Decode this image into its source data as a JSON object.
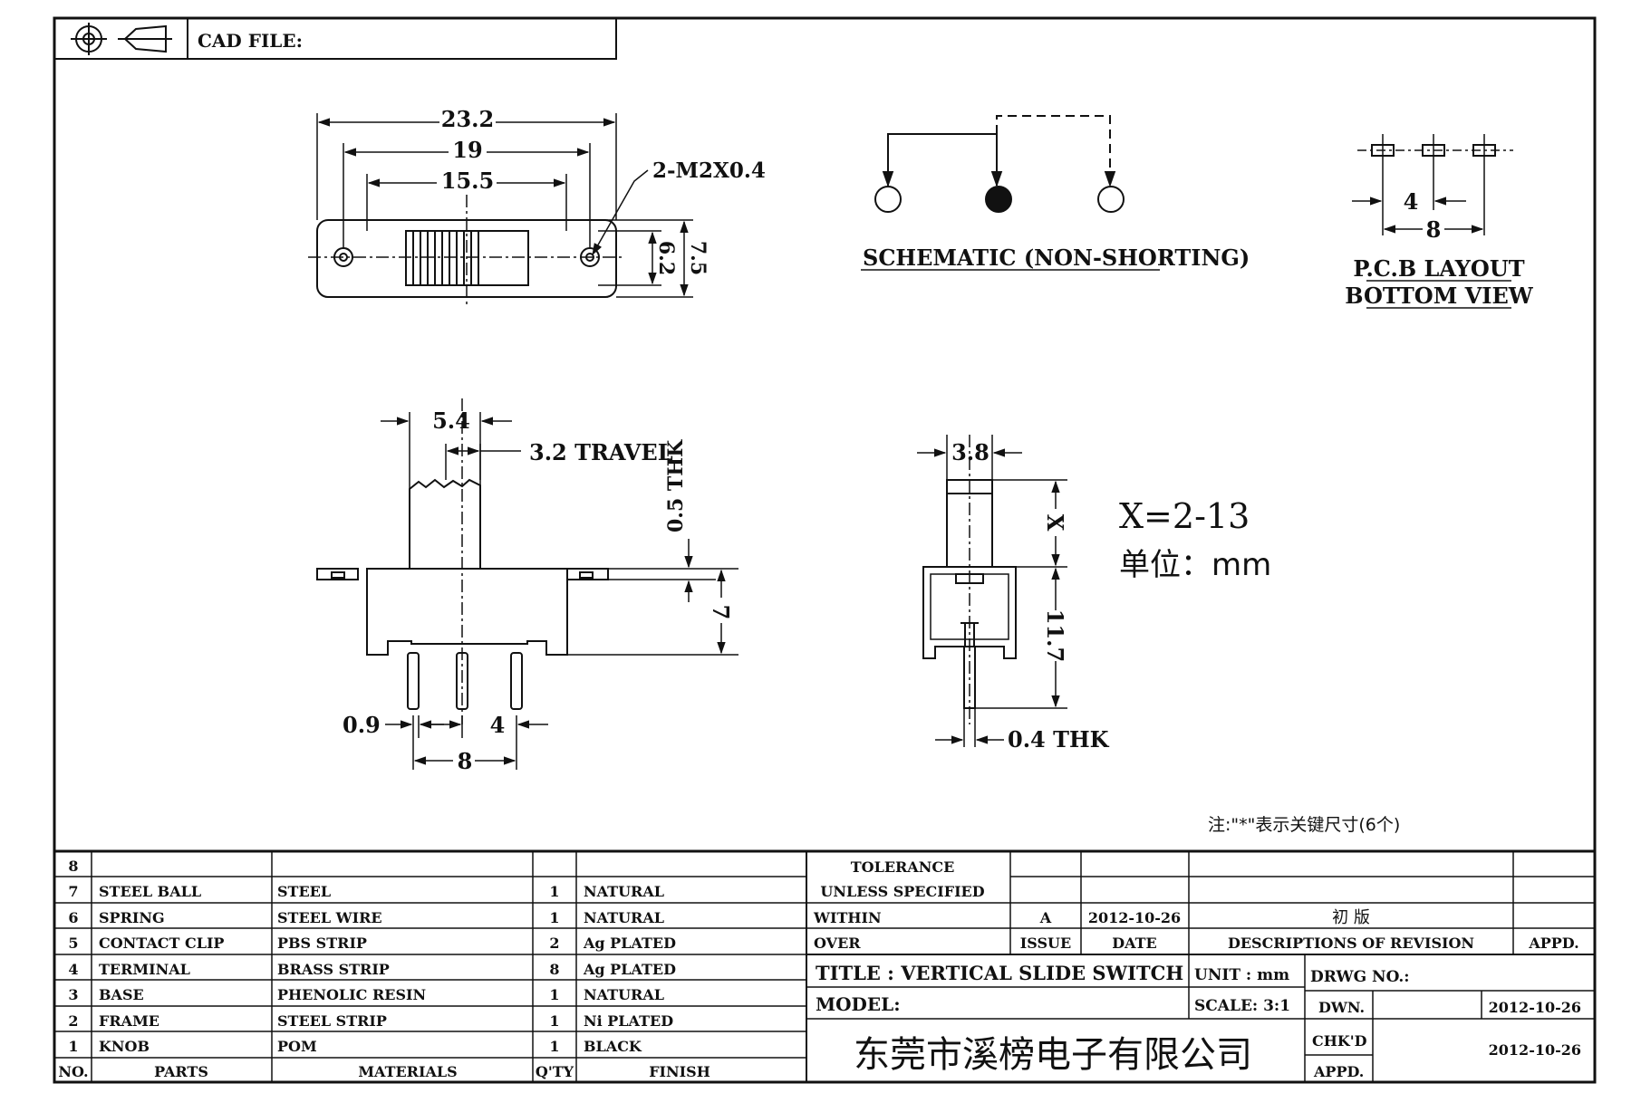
{
  "header": {
    "cad_file_label": "CAD FILE:"
  },
  "top_view": {
    "dim_overall": "23.2",
    "dim_hole_pitch": "19",
    "dim_slot": "15.5",
    "dim_height_inner": "6.2",
    "dim_height_outer": "7.5",
    "screw_note": "2-M2X0.4"
  },
  "schematic": {
    "label": "SCHEMATIC (NON-SHORTING)"
  },
  "pcb_layout": {
    "dim_pitch": "4",
    "dim_span": "8",
    "label_line1": "P.C.B LAYOUT",
    "label_line2": "BOTTOM VIEW"
  },
  "front_view": {
    "dim_knob": "5.4",
    "dim_travel": "3.2 TRAVEL",
    "dim_thk": "0.5 THK",
    "dim_body_height": "7",
    "dim_pin_width": "0.9",
    "dim_pin_pitch": "4",
    "dim_pin_span": "8"
  },
  "side_view": {
    "dim_knob": "3.8",
    "dim_x": "X",
    "dim_height": "11.7",
    "dim_thk": "0.4 THK"
  },
  "notes": {
    "x_range": "X=2-13",
    "unit_line": "单位：mm",
    "key_dim_note": "注:\"*\"表示关键尺寸(6个)"
  },
  "bom": {
    "rows": [
      {
        "no": "8",
        "part": "",
        "material": "",
        "qty": "",
        "finish": ""
      },
      {
        "no": "7",
        "part": "STEEL BALL",
        "material": "STEEL",
        "qty": "1",
        "finish": "NATURAL"
      },
      {
        "no": "6",
        "part": "SPRING",
        "material": "STEEL WIRE",
        "qty": "1",
        "finish": "NATURAL"
      },
      {
        "no": "5",
        "part": "CONTACT CLIP",
        "material": "PBS STRIP",
        "qty": "2",
        "finish": "Ag PLATED"
      },
      {
        "no": "4",
        "part": "TERMINAL",
        "material": "BRASS STRIP",
        "qty": "8",
        "finish": "Ag PLATED"
      },
      {
        "no": "3",
        "part": "BASE",
        "material": "PHENOLIC RESIN",
        "qty": "1",
        "finish": "NATURAL"
      },
      {
        "no": "2",
        "part": "FRAME",
        "material": "STEEL STRIP",
        "qty": "1",
        "finish": "Ni PLATED"
      },
      {
        "no": "1",
        "part": "KNOB",
        "material": "POM",
        "qty": "1",
        "finish": "BLACK"
      }
    ],
    "headers": {
      "no": "NO.",
      "parts": "PARTS",
      "materials": "MATERIALS",
      "qty": "Q'TY",
      "finish": "FINISH"
    }
  },
  "title_block": {
    "tolerance_line1": "TOLERANCE",
    "tolerance_line2": "UNLESS SPECIFIED",
    "within": "WITHIN",
    "over": "OVER",
    "rev_issue": "A",
    "rev_date": "2012-10-26",
    "rev_desc": "初 版",
    "hdr_issue": "ISSUE",
    "hdr_date": "DATE",
    "hdr_desc": "DESCRIPTIONS OF REVISION",
    "hdr_appd": "APPD.",
    "title": "TITLE :  VERTICAL SLIDE SWITCH",
    "unit": "UNIT :  mm",
    "drwg_no": "DRWG NO.:",
    "model": "MODEL:",
    "scale": "SCALE:  3:1",
    "dwn_label": "DWN.",
    "dwn_date": "2012-10-26",
    "company": "东莞市溪榜电子有限公司",
    "chkd_label": "CHK'D",
    "appd_label": "APPD.",
    "chkd_date": "2012-10-26"
  }
}
